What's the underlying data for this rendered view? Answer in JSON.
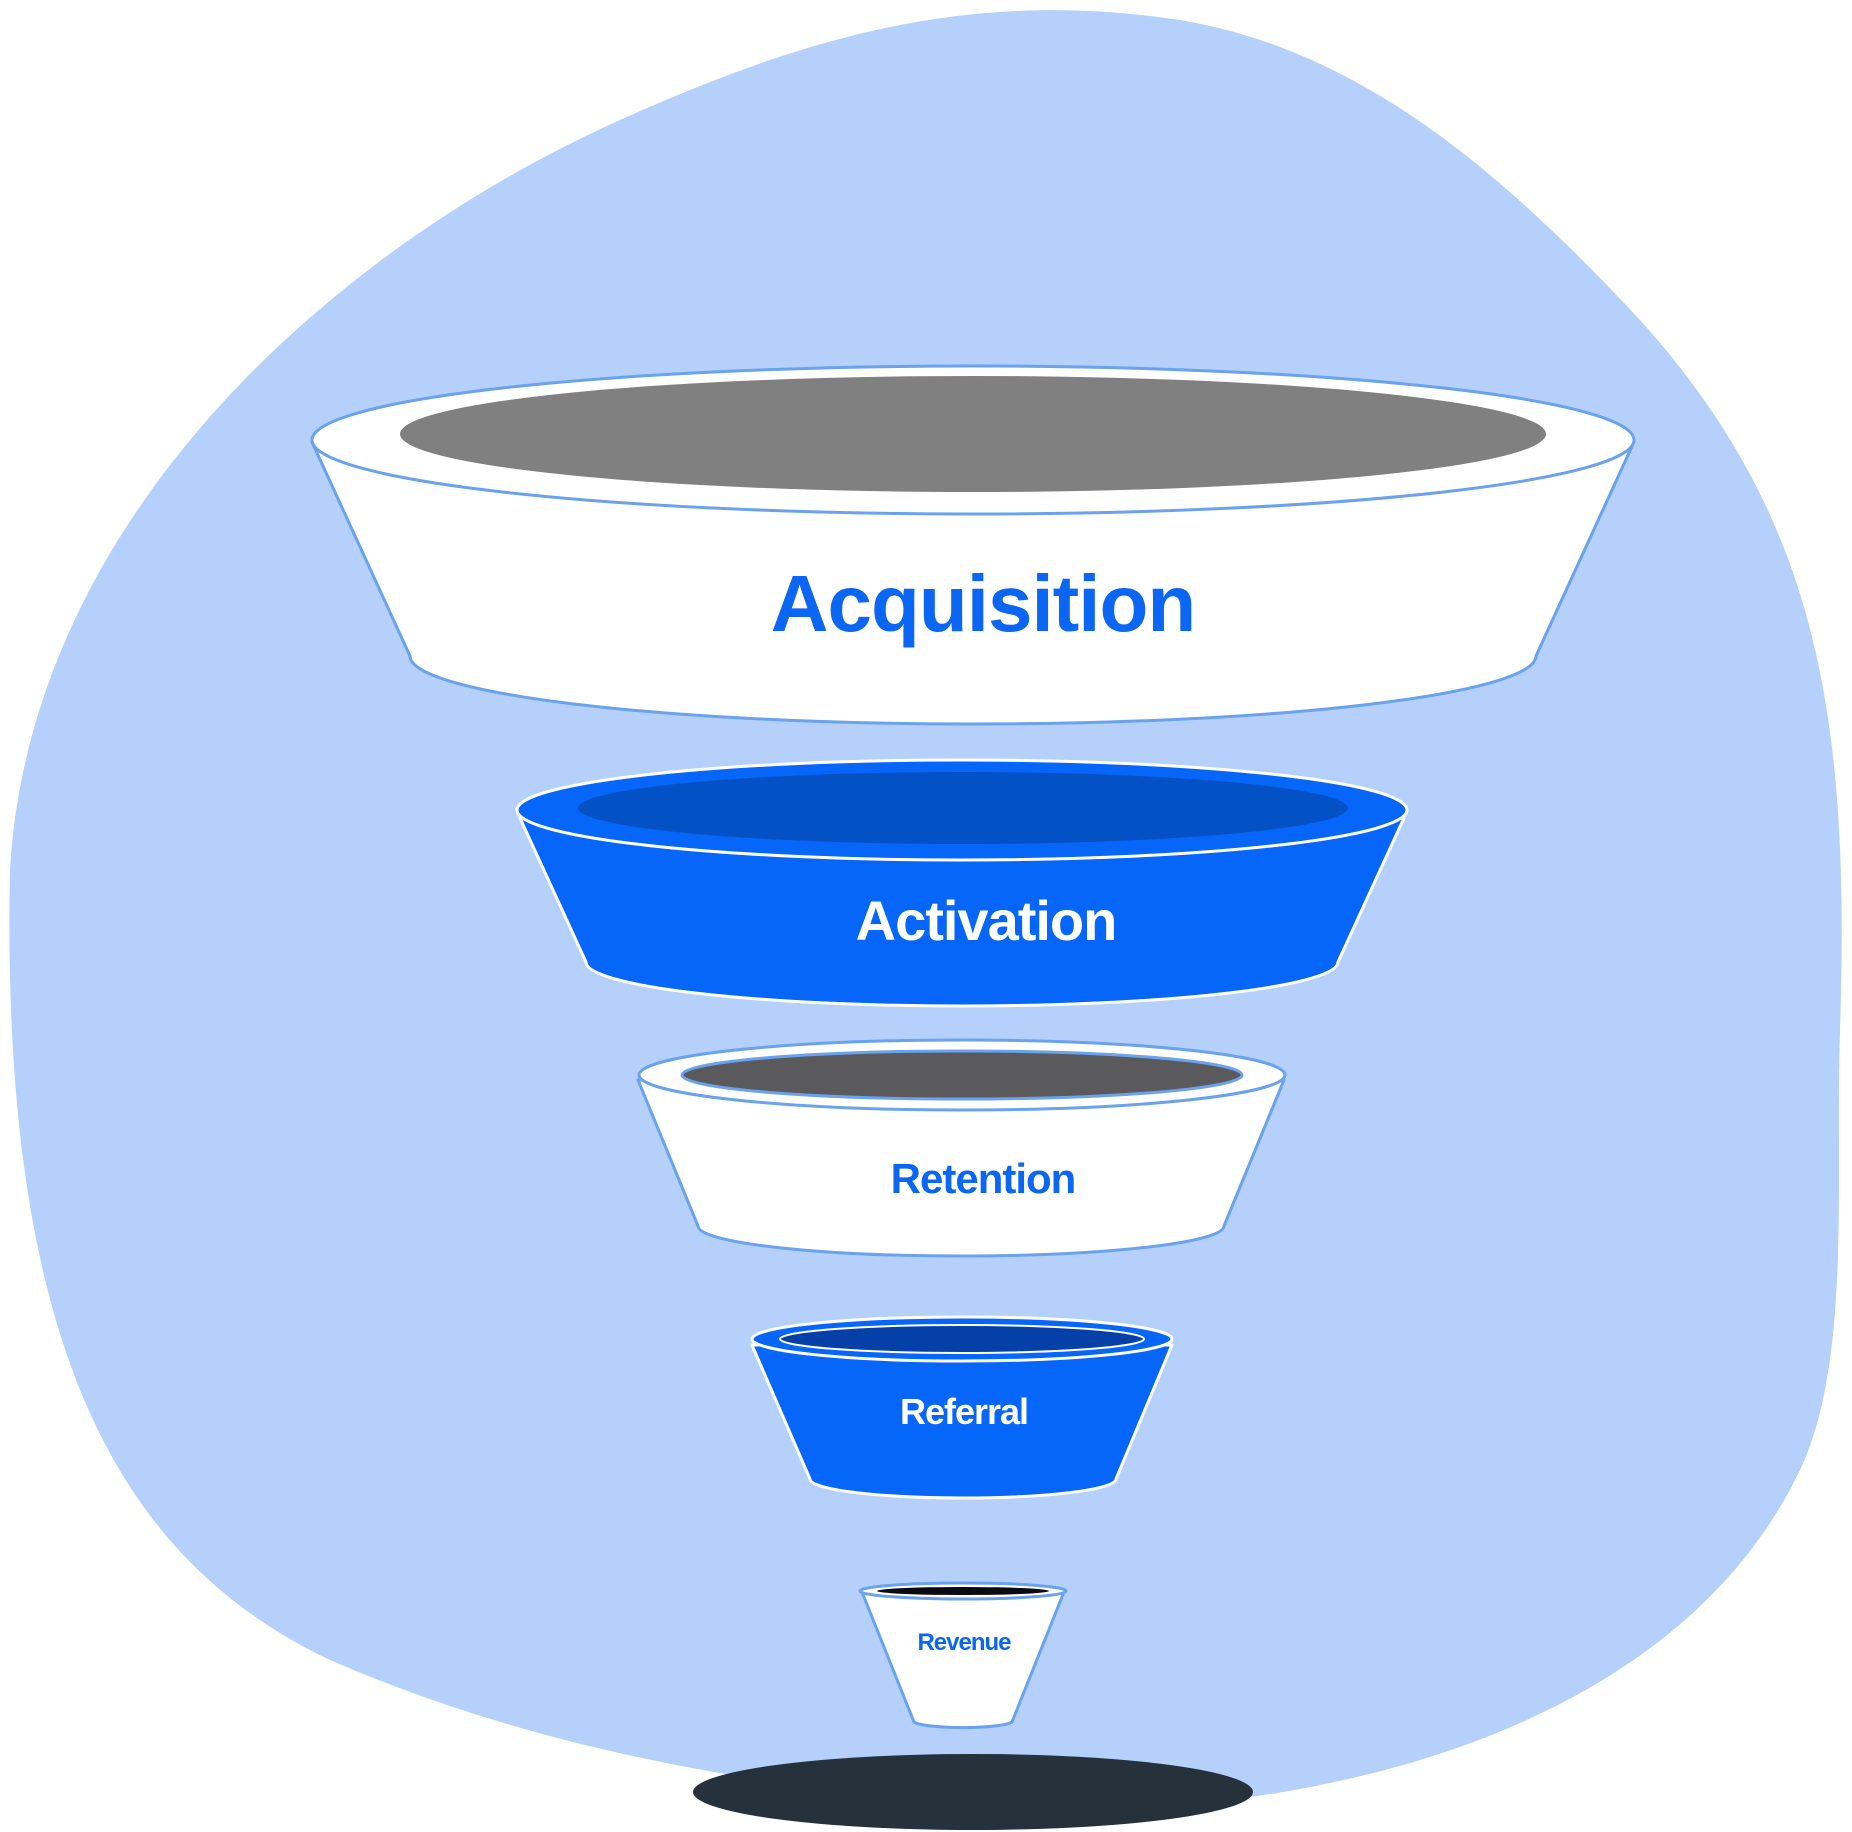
{
  "diagram": {
    "type": "funnel",
    "stages": [
      {
        "label": "Acquisition",
        "style": "light"
      },
      {
        "label": "Activation",
        "style": "dark"
      },
      {
        "label": "Retention",
        "style": "light"
      },
      {
        "label": "Referral",
        "style": "dark"
      },
      {
        "label": "Revenue",
        "style": "light"
      }
    ]
  },
  "colors": {
    "background_blob": "#b5d1fb",
    "light_body": "#ffffff",
    "light_outline": "#6aa2ee",
    "light_text": "#0b66f4",
    "dark_body": "#0766fa",
    "dark_outline": "#ffffff",
    "dark_text": "#ffffff",
    "dark_cavity": "#0451c6",
    "cavity_gray": "#808080",
    "cavity_gray_dark": "#5a595b",
    "cavity_black": "#0a0a12",
    "shadow": "#26323b"
  }
}
